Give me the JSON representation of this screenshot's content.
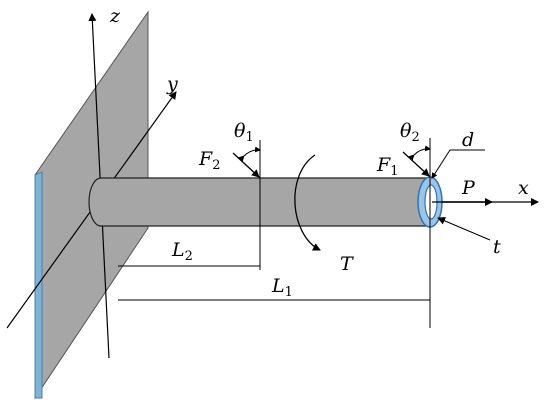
{
  "labels": {
    "axis_z": "z",
    "axis_y": "y",
    "axis_x": "x",
    "theta1_base": "θ",
    "theta1_sub": "1",
    "theta2_base": "θ",
    "theta2_sub": "2",
    "f2_base": "F",
    "f2_sub": "2",
    "f1_base": "F",
    "f1_sub": "1",
    "d": "d",
    "p": "P",
    "t": "t",
    "torque": "T",
    "l2_base": "L",
    "l2_sub": "2",
    "l1_base": "L",
    "l1_sub": "1"
  },
  "colors": {
    "wall_fill": "#a6a6a6",
    "wall_edge": "#7fb3d5",
    "rod_fill": "#a6a6a6",
    "ring_fill": "#9dc3e6",
    "ring_stroke": "#2e75b6",
    "line": "#000000"
  }
}
